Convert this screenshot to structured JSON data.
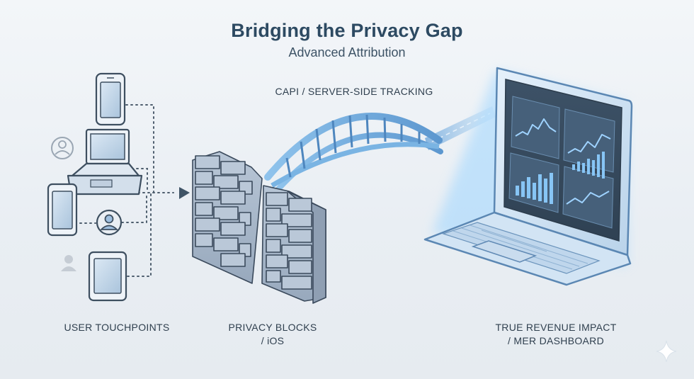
{
  "header": {
    "title": "Bridging the Privacy Gap",
    "subtitle": "Advanced Attribution"
  },
  "labels": {
    "bridge": "CAPI / SERVER-SIDE TRACKING",
    "touchpoints": "USER TOUCHPOINTS",
    "privacy_line1": "PRIVACY BLOCKS",
    "privacy_line2": "/ iOS",
    "revenue_line1": "TRUE REVENUE IMPACT",
    "revenue_line2": "/ MER DASHBOARD"
  },
  "colors": {
    "title": "#2d4a62",
    "line": "#4a5a6a",
    "device_fill": "#c9d9e9",
    "brick": "#a9b7c9",
    "bridge": "#6fa9dc",
    "glow": "#8ccaf5",
    "screen": "#3c4f63"
  },
  "icons": [
    "phone-icon",
    "laptop-icon",
    "tablet-icon",
    "ipad-icon",
    "user-icon",
    "brick-wall-icon",
    "bridge-icon",
    "dashboard-laptop-icon",
    "sparkle-icon"
  ]
}
